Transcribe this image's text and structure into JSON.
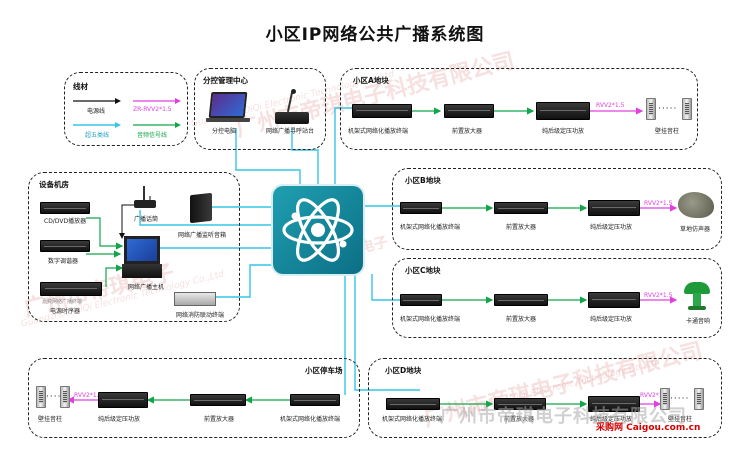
{
  "title": "小区IP网络公共广播系统图",
  "legend": {
    "heading": "线材",
    "power_label": "电源线",
    "zr_label": "ZR-RVV2*1.5",
    "cat5_label": "超五类线",
    "audio_label": "音频信号线"
  },
  "control_center": {
    "title": "分控管理中心",
    "pc_label": "分控电脑",
    "console_label": "网络广播寻呼站台"
  },
  "equipment_room": {
    "title": "设备机房",
    "cd_label": "CD/DVD播放器",
    "tuner_label": "数字调谐器",
    "sequencer_top_label": "嘉奕网络广播终端",
    "sequencer_label": "电源时序器",
    "mic_label": "广播话筒",
    "monitor_label": "网络广播监听音箱",
    "host_label": "网络广播主机",
    "fire_label": "网络消防联动终端"
  },
  "block_a": {
    "title": "小区A地块",
    "terminal_label": "机架式网络化播放终端",
    "preamp_label": "前置放大器",
    "amp_label": "纯后级定压功放",
    "speaker_label": "壁挂音柱",
    "cable_label": "RVV2*1.5",
    "dots": "·····"
  },
  "block_b": {
    "title": "小区B地块",
    "terminal_label": "机架式网络化播放终端",
    "preamp_label": "前置放大器",
    "amp_label": "纯后级定压功放",
    "speaker_label": "草地仿声器",
    "cable_label": "RVV2*1.5"
  },
  "block_c": {
    "title": "小区C地块",
    "terminal_label": "机架式网络化播放终端",
    "preamp_label": "前置放大器",
    "amp_label": "纯后级定压功放",
    "speaker_label": "卡通音响",
    "cable_label": "RVV2*1.5"
  },
  "block_d": {
    "title": "小区D地块",
    "terminal_label": "机架式网络化播放终端",
    "preamp_label": "前置放大器",
    "amp_label": "纯后级定压功放",
    "speaker_label": "壁挂音柱",
    "cable_label": "RVV2*1.5",
    "dots": "·····"
  },
  "parking": {
    "title": "小区停车场",
    "terminal_label": "机架式网络化播放终端",
    "preamp_label": "前置放大器",
    "amp_label": "纯后级定压功放",
    "speaker_label": "壁挂音柱",
    "cable_label": "RVV2*1.5",
    "dots": "·····"
  },
  "watermark": {
    "company": "广州市帝琪电子科技有限公司",
    "company_en": "Guangzhou DiQi Electronic Technology Co.,Ltd",
    "short": "广州市帝琪电子",
    "footer_cn": "广州市帝琪电子科技有限公司",
    "footer_url": "采购网 Caigou.com.cn"
  },
  "colors": {
    "power": "#111111",
    "zr": "#e040e0",
    "cat5": "#35c6e6",
    "audio": "#12a64a",
    "hub": "#1088a0"
  }
}
